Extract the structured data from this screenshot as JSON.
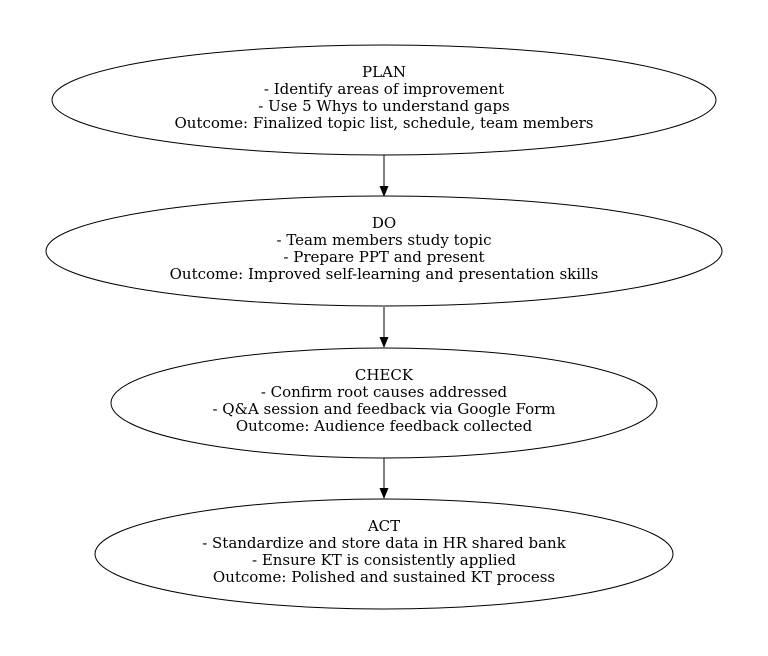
{
  "diagram": {
    "nodes": [
      {
        "id": "plan",
        "title": "PLAN",
        "lines": [
          "- Identify areas of improvement",
          "- Use 5 Whys to understand gaps",
          "Outcome: Finalized topic list, schedule, team members"
        ]
      },
      {
        "id": "do",
        "title": "DO",
        "lines": [
          "- Team members study topic",
          "- Prepare PPT and present",
          "Outcome: Improved self-learning and presentation skills"
        ]
      },
      {
        "id": "check",
        "title": "CHECK",
        "lines": [
          "- Confirm root causes addressed",
          "- Q&A session and feedback via Google Form",
          "Outcome: Audience feedback collected"
        ]
      },
      {
        "id": "act",
        "title": "ACT",
        "lines": [
          "- Standardize and store data in HR shared bank",
          "- Ensure KT is consistently applied",
          "Outcome: Polished and sustained KT process"
        ]
      }
    ],
    "edges": [
      {
        "from": "plan",
        "to": "do"
      },
      {
        "from": "do",
        "to": "check"
      },
      {
        "from": "check",
        "to": "act"
      }
    ]
  }
}
